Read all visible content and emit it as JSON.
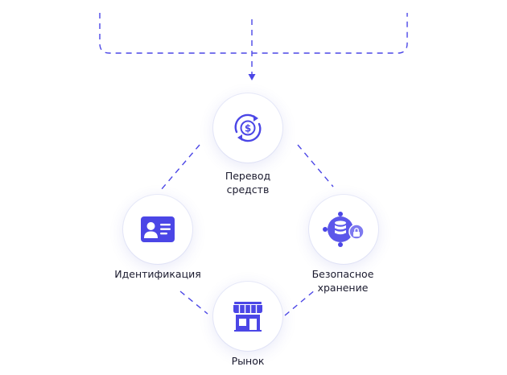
{
  "colors": {
    "accent": "#4b46e6",
    "accent_light": "#7e7af0",
    "text": "#1a1a2e"
  },
  "nodes": {
    "transfer": {
      "icon": "currency-exchange-icon",
      "label_line1": "Перевод",
      "label_line2": "средств"
    },
    "identification": {
      "icon": "id-card-icon",
      "label": "Идентификация"
    },
    "storage": {
      "icon": "secure-database-icon",
      "label_line1": "Безопасное",
      "label_line2": "хранение"
    },
    "market": {
      "icon": "storefront-icon",
      "label": "Рынок"
    }
  }
}
